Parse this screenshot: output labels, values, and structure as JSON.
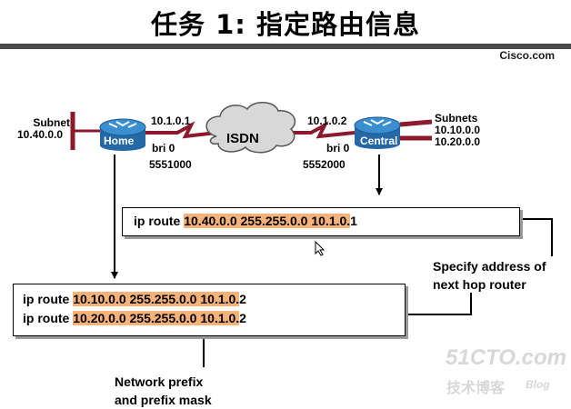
{
  "title": "任务 1: 指定路由信息",
  "brand": "Cisco.com",
  "network": {
    "left_subnet": [
      "Subnet",
      "10.40.0.0"
    ],
    "home": {
      "name": "Home",
      "ip": "10.1.0.1",
      "iface": "bri 0",
      "number": "5551000"
    },
    "cloud_label": "ISDN",
    "central": {
      "name": "Central",
      "ip": "10.1.0.2",
      "iface": "bri 0",
      "number": "5552000"
    },
    "right_subnets": [
      "Subnets",
      "10.10.0.0",
      "10.20.0.0"
    ]
  },
  "route_central": {
    "prefix": "ip route ",
    "highlight": "10.40.0.0 255.255.0.0 10.1.0.",
    "suffix": "1"
  },
  "route_home": [
    {
      "prefix": "ip route ",
      "highlight": "10.10.0.0 255.255.0.0 10.1.0.",
      "suffix": "2"
    },
    {
      "prefix": "ip route ",
      "highlight": "10.20.0.0 255.255.0.0 10.1.0.",
      "suffix": "2"
    }
  ],
  "callouts": {
    "next_hop": [
      "Specify address of",
      "next hop router"
    ],
    "prefix": [
      "Network prefix",
      "and prefix mask"
    ]
  },
  "watermark": {
    "site": "51CTO.com",
    "blog": [
      "技术博客",
      "Blog"
    ]
  },
  "colors": {
    "highlight": "#f7b27a",
    "router": "#2f7fbf",
    "link": "#8b1a2e",
    "rule": "#4a4a4a"
  }
}
